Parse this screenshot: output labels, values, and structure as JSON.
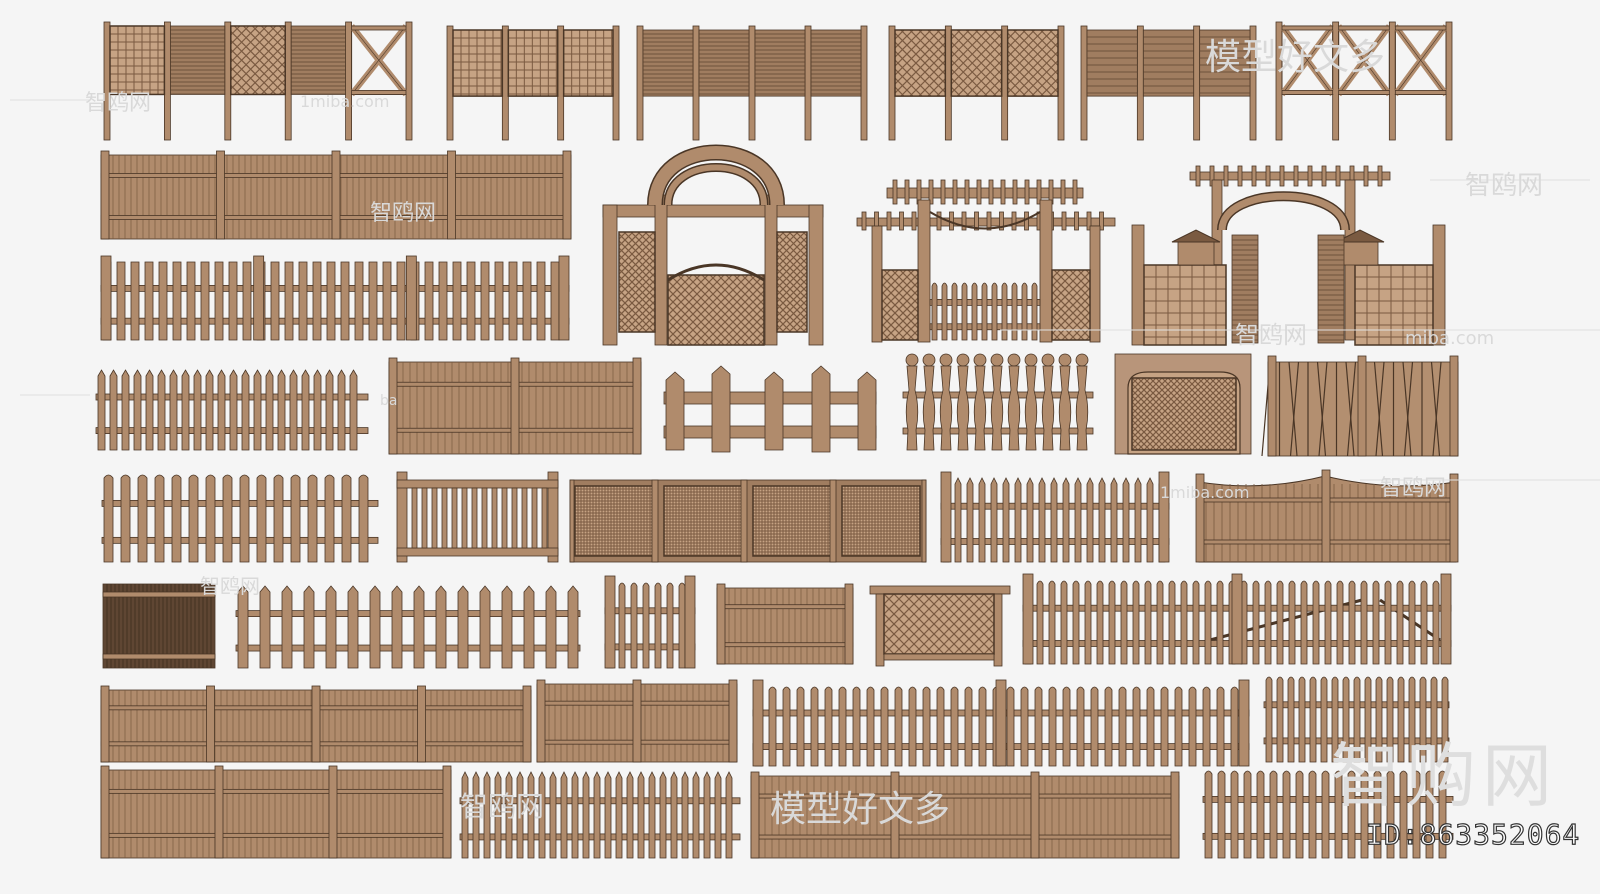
{
  "colors": {
    "background": "#f5f5f5",
    "wood": "#b08b6c",
    "wood_dark": "#7a5a41",
    "outline": "#4a3626",
    "watermark": "#d9d9d9"
  },
  "watermarks": {
    "big": "智购网",
    "model": "模型好文多",
    "zhi": "智鸥网",
    "url": "1miba.com",
    "url2": "miba.com",
    "url3": "1miba.com",
    "url4": "ba"
  },
  "image_id": "ID:863352064"
}
